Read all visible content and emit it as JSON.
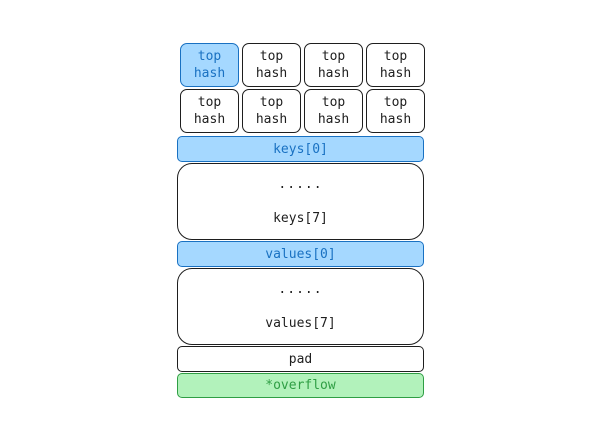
{
  "bucket": {
    "tophash_cells": [
      {
        "line1": "top",
        "line2": "hash",
        "highlighted": true
      },
      {
        "line1": "top",
        "line2": "hash",
        "highlighted": false
      },
      {
        "line1": "top",
        "line2": "hash",
        "highlighted": false
      },
      {
        "line1": "top",
        "line2": "hash",
        "highlighted": false
      },
      {
        "line1": "top",
        "line2": "hash",
        "highlighted": false
      },
      {
        "line1": "top",
        "line2": "hash",
        "highlighted": false
      },
      {
        "line1": "top",
        "line2": "hash",
        "highlighted": false
      },
      {
        "line1": "top",
        "line2": "hash",
        "highlighted": false
      }
    ],
    "keys_first": "keys[0]",
    "keys_ellipsis": ".....",
    "keys_last": "keys[7]",
    "values_first": "values[0]",
    "values_ellipsis": ".....",
    "values_last": "values[7]",
    "pad": "pad",
    "overflow": "*overflow"
  },
  "colors": {
    "highlight_fill": "#a5d8ff",
    "highlight_stroke": "#1971c2",
    "overflow_fill": "#b2f2bb",
    "overflow_stroke": "#2f9e44"
  }
}
